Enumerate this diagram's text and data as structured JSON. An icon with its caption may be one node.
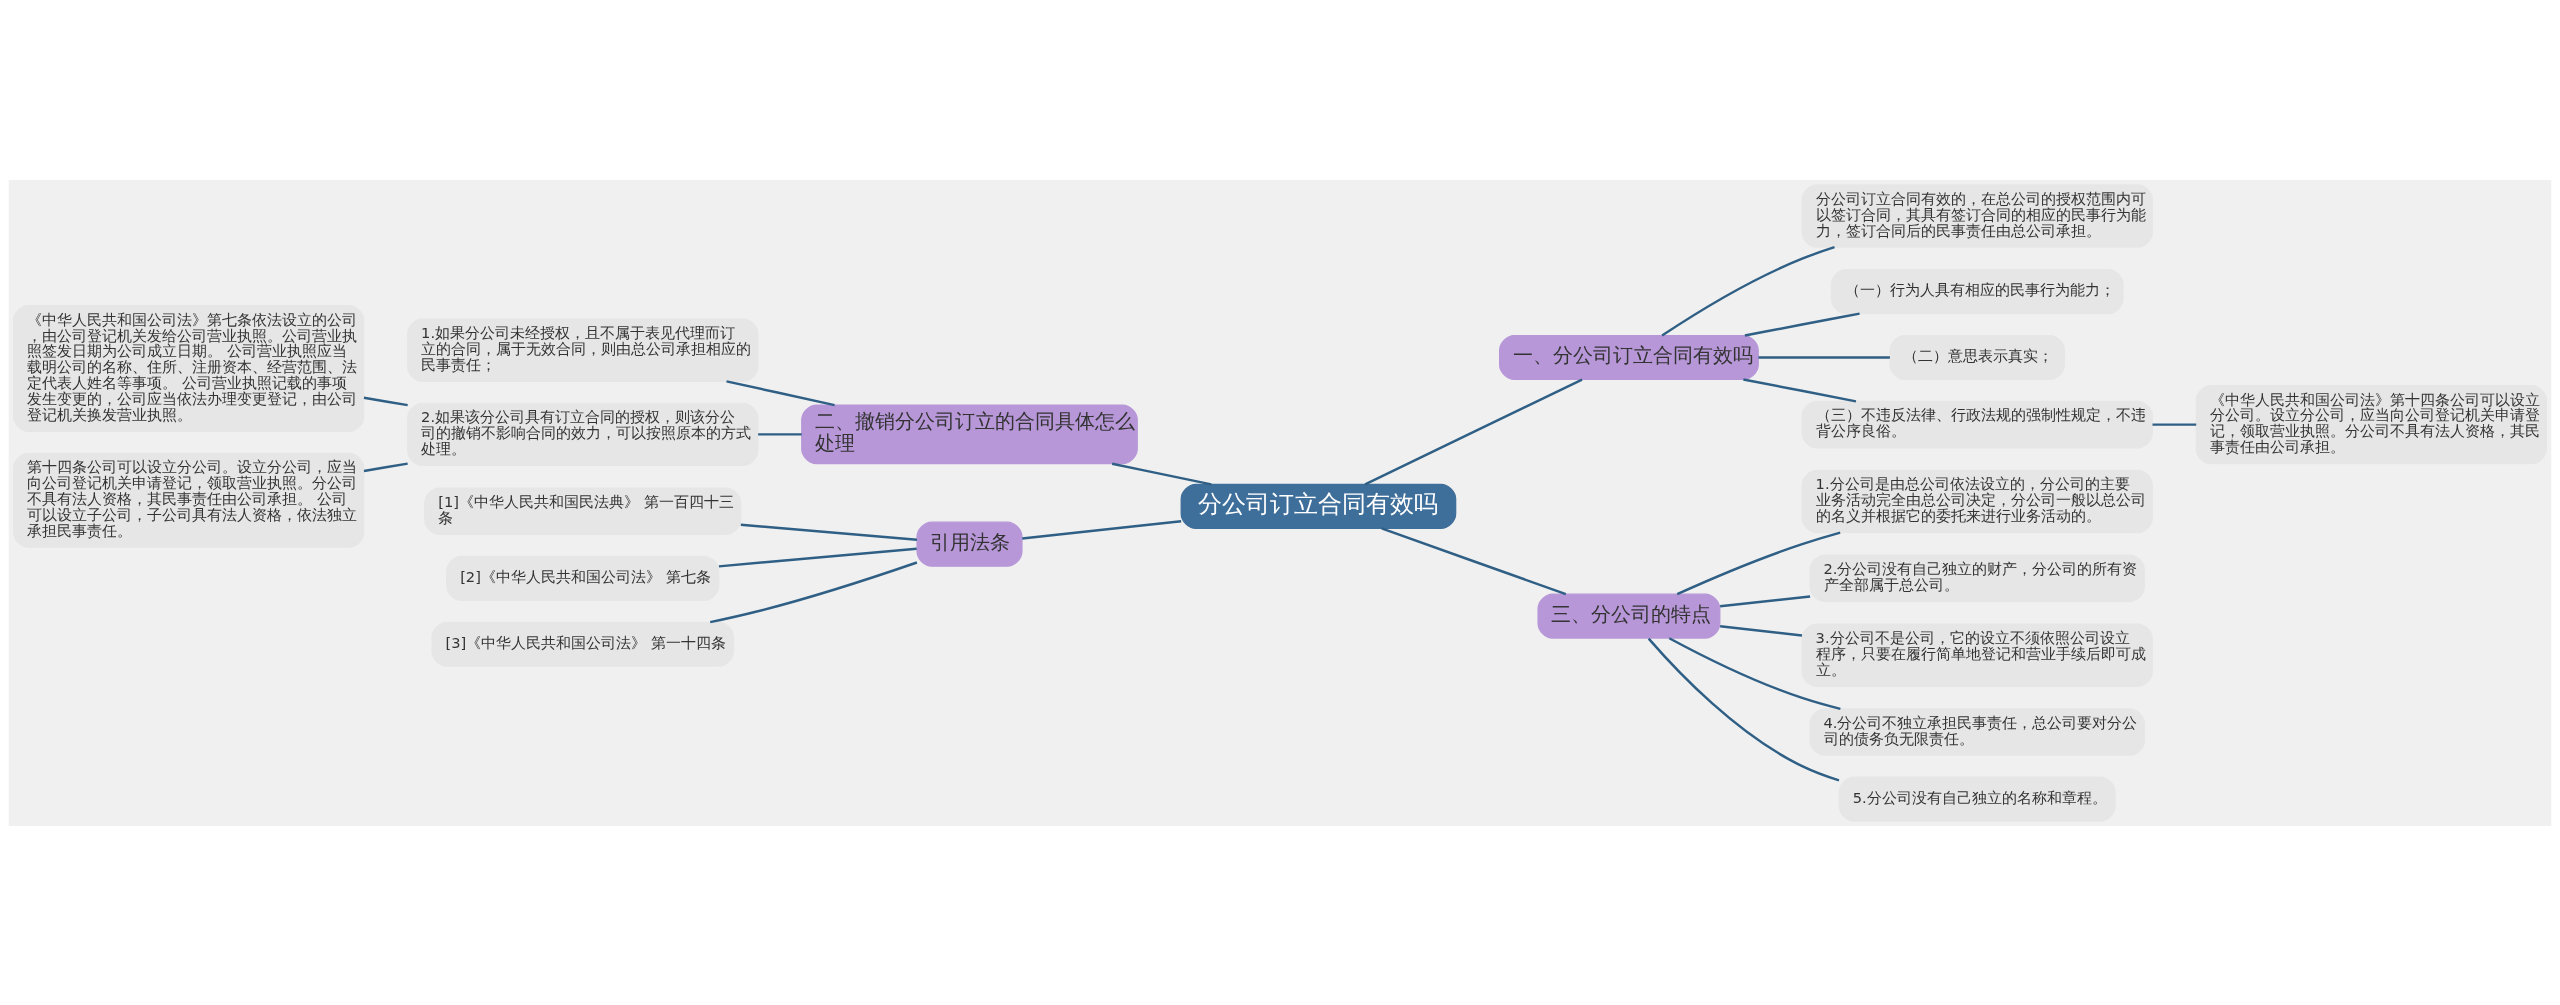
{
  "diagram": {
    "nodes": [
      {
        "text": [
          "分公司订立合同有效吗"
        ]
      },
      {
        "text": [
          "一、分公司订立合同有效吗"
        ]
      },
      {
        "text": [
          "分公司订立合同有效的，在总公司的授权范围内可以签订合同，其具有签订合同的相应的民事行为能力，签订合同后的民事责任由总公司承担。"
        ]
      },
      {
        "text": [
          "（一）行为人具有相应的民事行为能力；"
        ]
      },
      {
        "text": [
          "（二）意思表示真实；"
        ]
      },
      {
        "text": [
          "（三）不违反法律、行政法规的强制性规定，不违背公序良俗。"
        ]
      },
      {
        "text": [
          "《中华人民共和国公司法》第十四条公司可以设立分公司。设立分公司，应当向公司登记机关申请登记，领取营业执照。分公司不具有法人资格，其民事责任由公司承担。"
        ]
      },
      {
        "text": [
          "二、撤销分公司订立的合同具体怎么处理"
        ]
      },
      {
        "text": [
          "1.如果分公司未经授权，且不属于表见代理而订立的合同，属于无效合同，则由总公司承担相应的民事责任；"
        ]
      },
      {
        "text": [
          "2.如果该分公司具有订立合同的授权，则该分公司的撤销不影响合同的效力，可以按照原本的方式处理。"
        ]
      },
      {
        "text": [
          "《中华人民共和国公司法》第七条依法设立的公司，由公司登记机关发给公司营业执照。公司营业执照签发日期为公司成立日期。 公司营业执照应当载明公司的名称、住所、注册资本、经营范围、法定代表人姓名等事项。 公司营业执照记载的事项发生变更的，公司应当依法办理变更登记，由公司登记机关换发营业执照。"
        ]
      },
      {
        "text": [
          "第十四条公司可以设立分公司。设立分公司，应当向公司登记机关申请登记，领取营业执照。分公司不具有法人资格，其民事责任由公司承担。 公司可以设立子公司，子公司具有法人资格，依法独立承担民事责任。"
        ]
      },
      {
        "text": [
          "三、分公司的特点"
        ]
      },
      {
        "text": [
          "1.分公司是由总公司依法设立的，分公司的主要业务活动完全由总公司决定，分公司一般以总公司的名义并根据它的委托来进行业务活动的。"
        ]
      },
      {
        "text": [
          "2.分公司没有自己独立的财产，分公司的所有资产全部属于总公司。"
        ]
      },
      {
        "text": [
          "3.分公司不是公司，它的设立不须依照公司设立程序，只要在履行简单地登记和营业手续后即可成立。"
        ]
      },
      {
        "text": [
          "4.分公司不独立承担民事责任，总公司要对分公司的债务负无限责任。"
        ]
      },
      {
        "text": [
          "5.分公司没有自己独立的名称和章程。"
        ]
      },
      {
        "text": [
          "引用法条"
        ]
      },
      {
        "text": [
          "[1]《中华人民共和国民法典》 第一百四十三条"
        ]
      },
      {
        "text": [
          "[2]《中华人民共和国公司法》 第七条"
        ]
      },
      {
        "text": [
          "[3]《中华人民共和国公司法》 第一十四条"
        ]
      }
    ],
    "edges": [
      {
        "from": 0,
        "to": 1,
        "arrow": "none"
      },
      {
        "from": 1,
        "to": 2,
        "arrow": "none"
      },
      {
        "from": 1,
        "to": 3,
        "arrow": "none"
      },
      {
        "from": 1,
        "to": 4,
        "arrow": "none"
      },
      {
        "from": 1,
        "to": 5,
        "arrow": "none"
      },
      {
        "from": 5,
        "to": 6,
        "arrow": "none"
      },
      {
        "from": 0,
        "to": 7,
        "arrow": "none"
      },
      {
        "from": 7,
        "to": 8,
        "arrow": "none"
      },
      {
        "from": 7,
        "to": 9,
        "arrow": "none"
      },
      {
        "from": 9,
        "to": 10,
        "arrow": "none"
      },
      {
        "from": 9,
        "to": 11,
        "arrow": "none"
      },
      {
        "from": 0,
        "to": 12,
        "arrow": "none"
      },
      {
        "from": 12,
        "to": 13,
        "arrow": "none"
      },
      {
        "from": 12,
        "to": 14,
        "arrow": "none"
      },
      {
        "from": 12,
        "to": 15,
        "arrow": "none"
      },
      {
        "from": 12,
        "to": 16,
        "arrow": "none"
      },
      {
        "from": 12,
        "to": 17,
        "arrow": "none"
      },
      {
        "from": 0,
        "to": 18,
        "arrow": "none"
      },
      {
        "from": 18,
        "to": 19,
        "arrow": "none"
      },
      {
        "from": 18,
        "to": 20,
        "arrow": "none"
      },
      {
        "from": 18,
        "to": 21,
        "arrow": "none"
      }
    ]
  }
}
